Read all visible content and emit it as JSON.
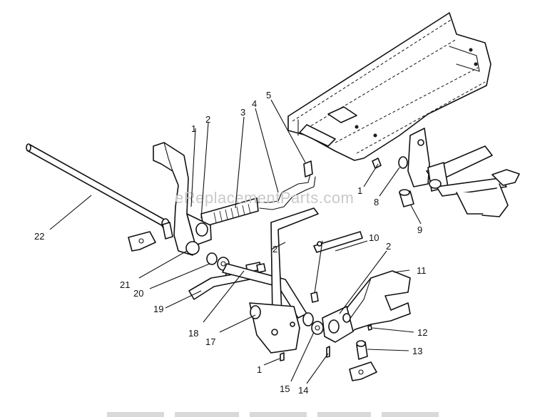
{
  "watermark": "eReplacementParts.com",
  "callouts": [
    "1",
    "2",
    "3",
    "4",
    "5",
    "1",
    "8",
    "9",
    "10",
    "2",
    "11",
    "12",
    "13",
    "14",
    "15",
    "1",
    "17",
    "18",
    "19",
    "20",
    "21",
    "22",
    "2"
  ]
}
